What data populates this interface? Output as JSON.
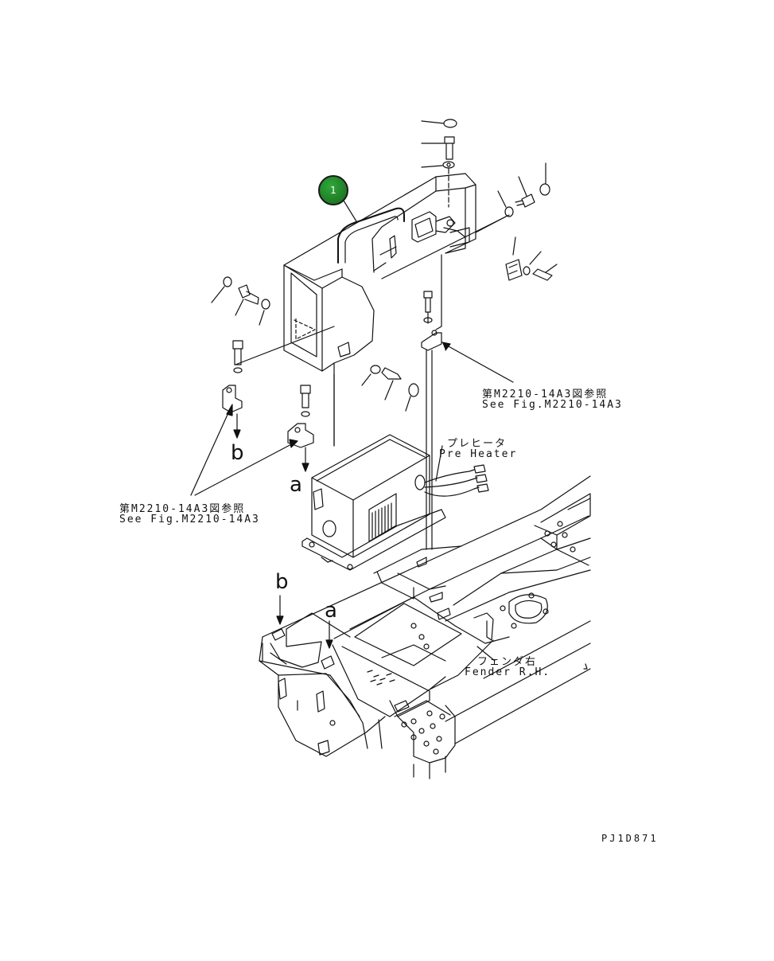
{
  "diagram": {
    "callout_number": "1",
    "ref_top_right": {
      "jp": "第M2210-14A3図参照",
      "en": "See Fig.M2210-14A3"
    },
    "ref_left": {
      "jp": "第M2210-14A3図参照",
      "en": "See Fig.M2210-14A3"
    },
    "pre_heater": {
      "jp": "プレヒータ",
      "en": "Pre Heater"
    },
    "fender": {
      "jp": "フェンダ右",
      "en": "Fender R.H."
    },
    "arrow_labels": {
      "b_upper": "b",
      "a_upper": "a",
      "b_lower": "b",
      "a_lower": "a"
    },
    "drawing_code": "PJ1D871",
    "callout_color": "#1f7a25"
  }
}
